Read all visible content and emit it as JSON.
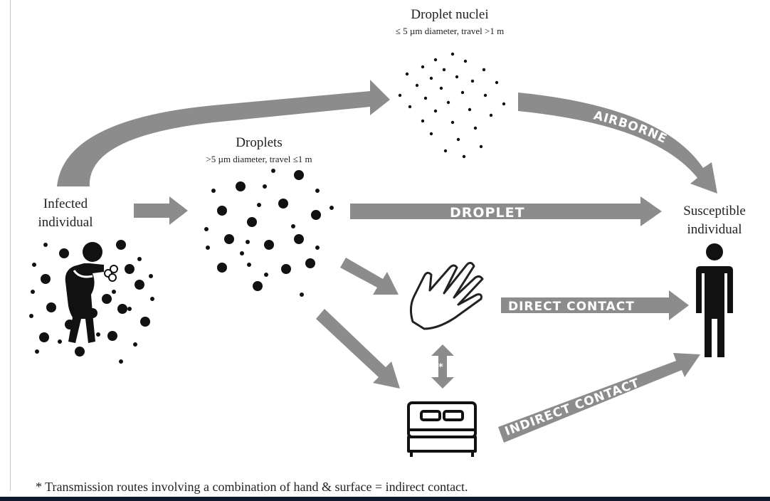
{
  "labels": {
    "droplet_nuclei_title": "Droplet nuclei",
    "droplet_nuclei_sub": "≤ 5 µm diameter, travel >1 m",
    "droplets_title": "Droplets",
    "droplets_sub": ">5 µm diameter, travel ≤1 m",
    "infected_line1": "Infected",
    "infected_line2": "individual",
    "susceptible_line1": "Susceptible",
    "susceptible_line2": "individual",
    "asterisk": "*"
  },
  "routes": {
    "airborne": "AIRBORNE",
    "droplet": "DROPLET",
    "direct_contact": "DIRECT CONTACT",
    "indirect_contact": "INDIRECT CONTACT"
  },
  "footnote": "* Transmission routes involving a combination of hand & surface = indirect contact.",
  "colors": {
    "arrow": "#8c8c8c",
    "ink": "#111111",
    "bottom_bar": "#10182e"
  },
  "icons": [
    "coughing-person-icon",
    "hand-icon",
    "bed-icon",
    "standing-person-icon"
  ]
}
